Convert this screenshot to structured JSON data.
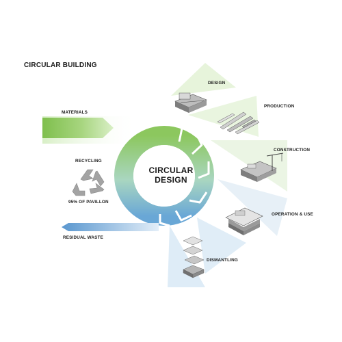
{
  "title": "CIRCULAR BUILDING",
  "center": {
    "line1": "CIRCULAR",
    "line2": "DESIGN"
  },
  "inputs": {
    "materials": "MATERIALS",
    "residual_waste": "RESIDUAL WASTE"
  },
  "recycling": {
    "label": "RECYCLING",
    "note": "95% OF PAVILLON"
  },
  "phases": [
    {
      "label": "DESIGN",
      "icon": "building-model-icon"
    },
    {
      "label": "PRODUCTION",
      "icon": "steel-beams-icon"
    },
    {
      "label": "CONSTRUCTION",
      "icon": "construction-crane-icon"
    },
    {
      "label": "OPERATION & USE",
      "icon": "pavilion-icon"
    },
    {
      "label": "DISMANTLING",
      "icon": "exploded-layers-icon"
    }
  ],
  "colors": {
    "green": "#8cc75e",
    "blue": "#69a7d6",
    "grey": "#9c9c9c",
    "text": "#1a1a1a"
  }
}
